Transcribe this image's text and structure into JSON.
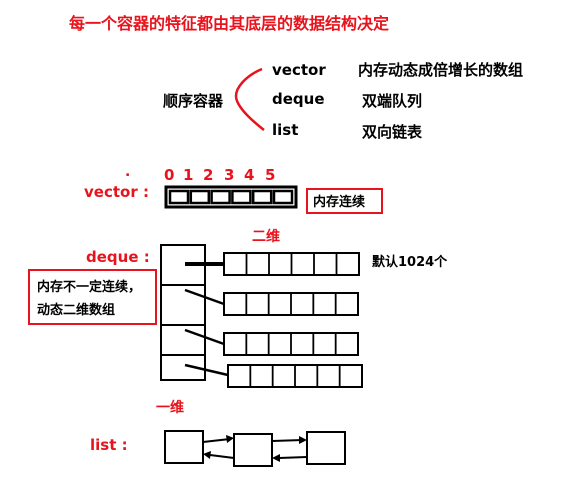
{
  "title": "每一个容器的特征都由其底层的数据结构决定",
  "sequence": {
    "label": "顺序容器",
    "items": [
      {
        "name": "vector",
        "desc": "内存动态成倍增长的数组"
      },
      {
        "name": "deque",
        "desc": "双端队列"
      },
      {
        "name": "list",
        "desc": "双向链表"
      }
    ]
  },
  "vector_section": {
    "label": "vector :",
    "dot": ".",
    "indices": [
      "0",
      "1",
      "2",
      "3",
      "4",
      "5"
    ],
    "note": "内存连续"
  },
  "deque_section": {
    "label": "deque :",
    "two_dim": "二维",
    "one_dim": "一维",
    "default_size": "默认1024个",
    "note_line1": "内存不一定连续，",
    "note_line2": "动态二维数组"
  },
  "list_section": {
    "label": "list :"
  },
  "colors": {
    "red": "#e8141d",
    "black": "#000000",
    "white": "#ffffff"
  }
}
